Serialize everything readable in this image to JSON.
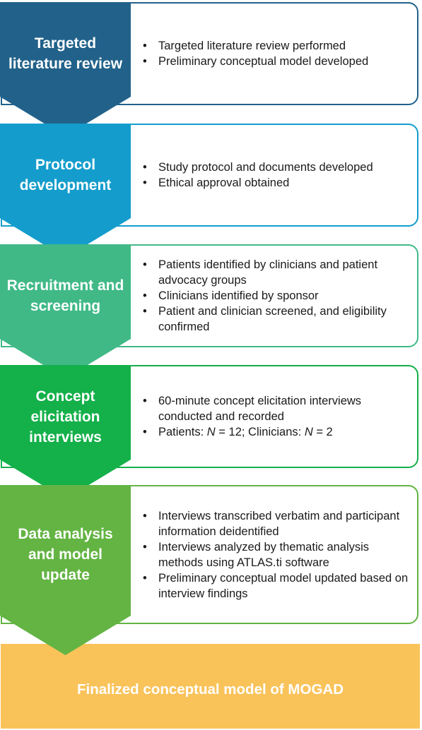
{
  "steps": [
    {
      "label": "Targeted literature review",
      "color": "#22628a",
      "bullets": [
        "Targeted literature review performed",
        "Preliminary conceptual model developed"
      ]
    },
    {
      "label": "Protocol development",
      "color": "#149dcc",
      "bullets": [
        "Study protocol and documents developed",
        "Ethical approval obtained"
      ]
    },
    {
      "label": "Recruitment and screening",
      "color": "#40b987",
      "bullets": [
        "Patients identified by clinicians and patient advocacy groups",
        "Clinicians identified by sponsor",
        "Patient and clinician screened, and eligibility confirmed"
      ]
    },
    {
      "label": "Concept elicitation interviews",
      "color": "#14b04a",
      "bullets": [
        "60-minute concept elicitation interviews conducted and recorded",
        "Patients: N = 12; Clinicians: N = 2"
      ]
    },
    {
      "label": "Data analysis and model update",
      "color": "#63b443",
      "bullets": [
        "Interviews transcribed verbatim and participant information deidentified",
        "Interviews analyzed by thematic analysis methods using ATLAS.ti software",
        "Preliminary conceptual model updated based on interview findings"
      ]
    }
  ],
  "final": {
    "label": "Finalized conceptual model of MOGAD",
    "color": "#f9c35a"
  }
}
